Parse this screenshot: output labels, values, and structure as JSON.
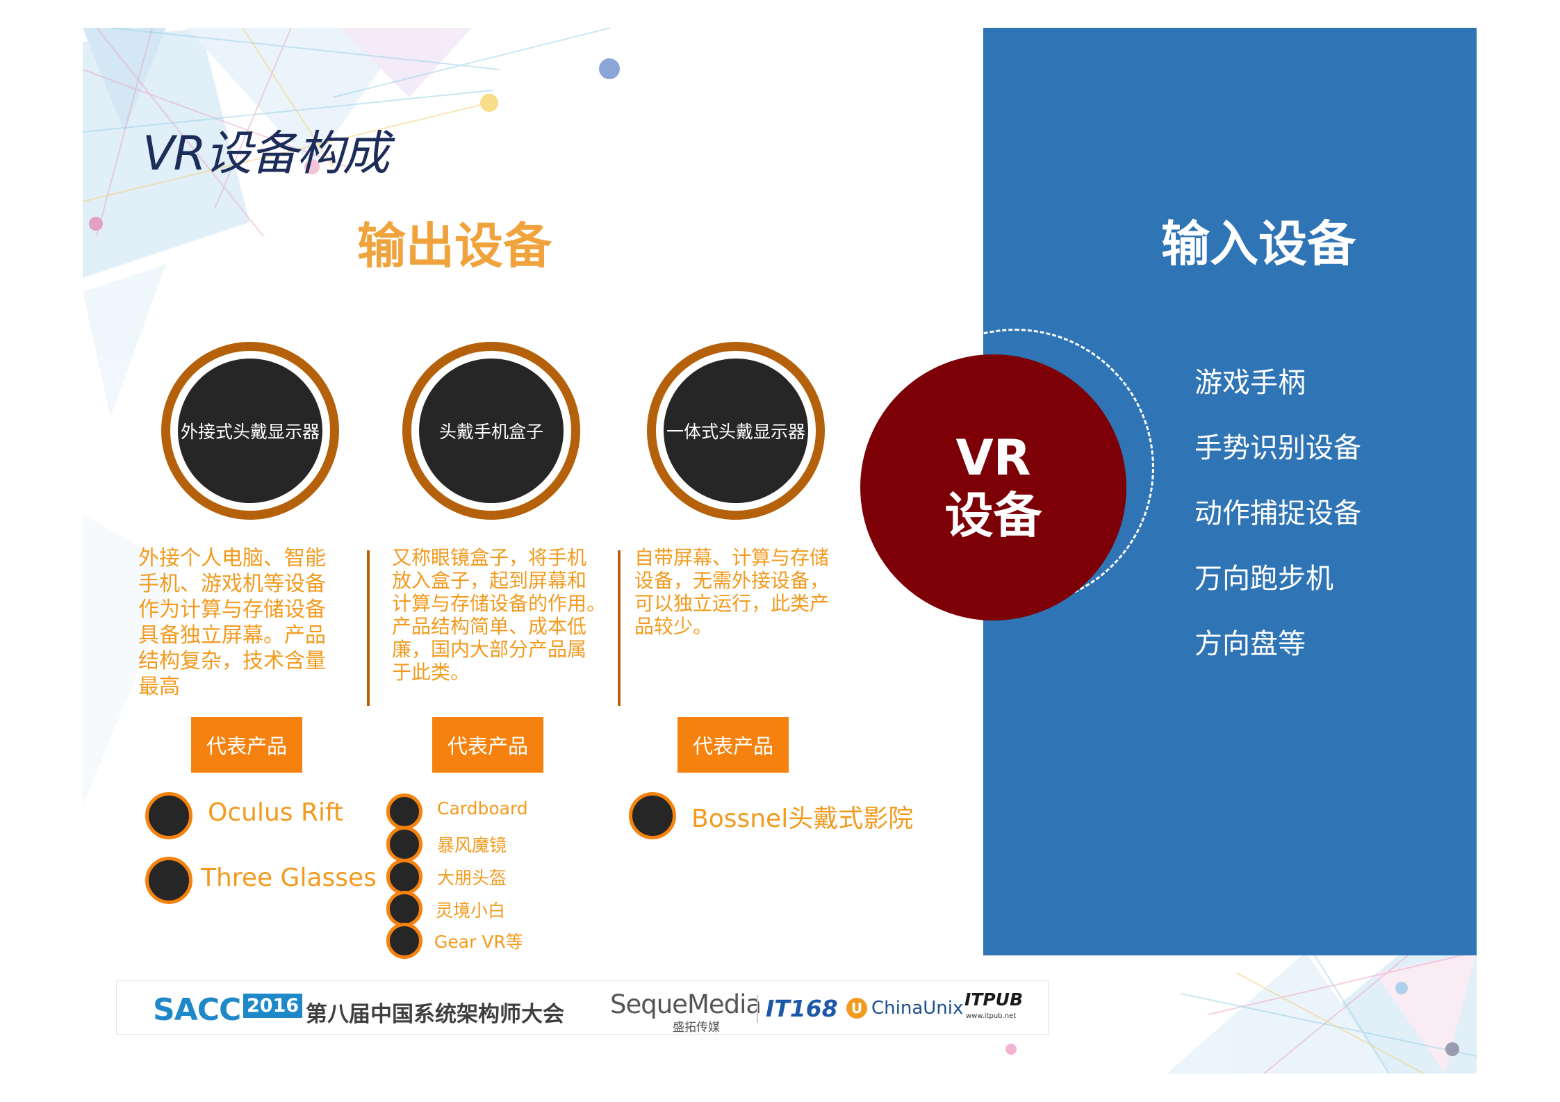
{
  "title": "VR设备构成",
  "output_section": {
    "heading": "输出设备",
    "categories": [
      {
        "name": "外接式头戴显示器",
        "description_lines": [
          "外接个人电脑、智能",
          "手机、游戏机等设备",
          "作为计算与存储设备",
          "具备独立屏幕。产品",
          "结构复杂，技术含量",
          "最高"
        ],
        "button": "代表产品",
        "products": [
          "Oculus Rift",
          "Three Glasses"
        ]
      },
      {
        "name": "头戴手机盒子",
        "description_lines": [
          "又称眼镜盒子，将手机",
          "放入盒子，起到屏幕和",
          "计算与存储设备的作用。",
          "产品结构简单、成本低",
          "廉，国内大部分产品属",
          "于此类。"
        ],
        "button": "代表产品",
        "products": [
          "Cardboard",
          "暴风魔镜",
          "大朋头盔",
          "灵境小白",
          "Gear VR等"
        ]
      },
      {
        "name": "一体式头戴显示器",
        "description_lines": [
          "自带屏幕、计算与存储",
          "设备，无需外接设备，",
          "可以独立运行，此类产",
          "品较少。"
        ],
        "button": "代表产品",
        "products": [
          "Bossnel头戴式影院"
        ]
      }
    ]
  },
  "center": {
    "line1": "VR",
    "line2": "设备"
  },
  "input_section": {
    "heading": "输入设备",
    "items": [
      "游戏手柄",
      "手势识别设备",
      "动作捕捉设备",
      "万向跑步机",
      "方向盘等"
    ]
  },
  "footer": {
    "sacc": "SACC",
    "year": "2016",
    "conference": "第八届中国系统架构师大会",
    "seque": "SequeMedia",
    "seque_sub": "盛拓传媒",
    "it168": "IT168",
    "chinaunix_icon": "U",
    "chinaunix": "ChinaUnix",
    "itpub": "ITPUB",
    "itpub_sub": "www.itpub.net"
  },
  "colors": {
    "orange": "#f5820e",
    "gold_text": "#f0a33c",
    "ring_brown": "#b5610b",
    "blue_panel": "#2f74b5",
    "center_red": "#7c0006",
    "title_navy": "#1c2d59"
  }
}
